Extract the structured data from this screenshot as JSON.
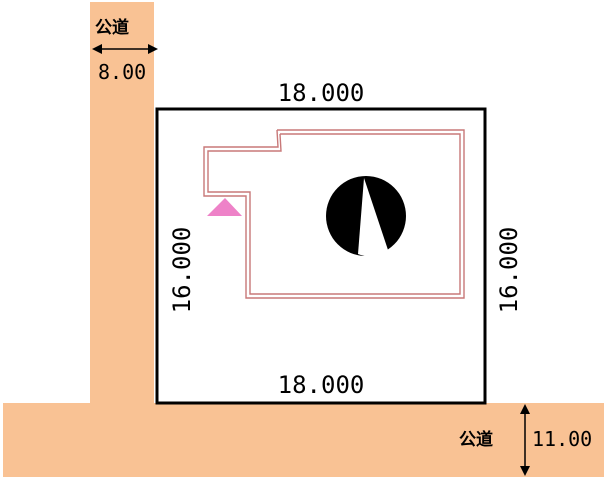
{
  "roads": {
    "north": {
      "label": "公道",
      "width": "8.00"
    },
    "south": {
      "label": "公道",
      "width": "11.00"
    }
  },
  "lot": {
    "top": "18.000",
    "bottom": "18.000",
    "left": "16.000",
    "right": "16.000"
  },
  "colors": {
    "road": "#f9c294",
    "building_outline": "#c87878",
    "entrance_marker": "#ee82c8",
    "compass": "#000000"
  },
  "icons": {
    "compass": "north-arrow-icon",
    "entrance": "entrance-triangle-icon"
  }
}
